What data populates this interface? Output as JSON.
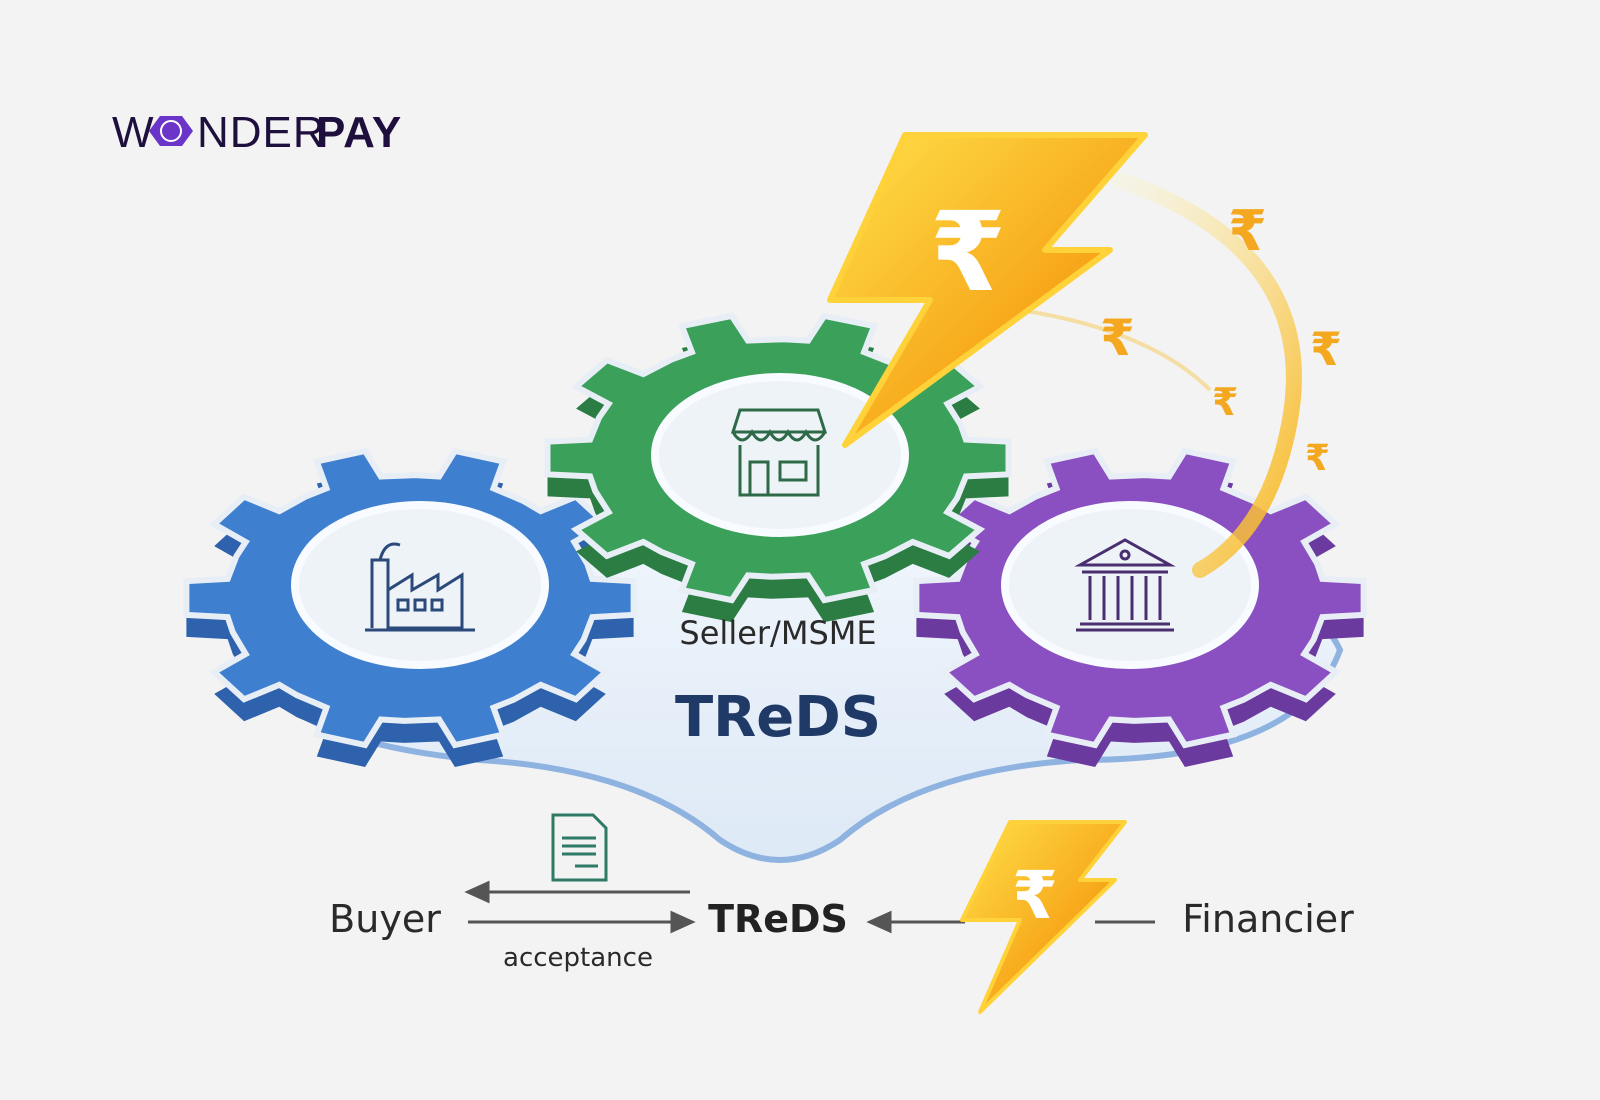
{
  "logo": {
    "text_left": "W",
    "text_mid": "NDER",
    "text_bold": "PAY",
    "full": "WONDERPAY"
  },
  "diagram": {
    "seller_label": "Seller/MSME",
    "platform_label": "TReDS",
    "nodes": [
      {
        "name": "buyer",
        "icon": "factory-icon",
        "color": "#3f7fd0"
      },
      {
        "name": "seller",
        "icon": "storefront-icon",
        "color": "#3aa05a"
      },
      {
        "name": "financier",
        "icon": "bank-icon",
        "color": "#8a4fc0"
      }
    ],
    "currency_symbol": "₹"
  },
  "flow": {
    "buyer": "Buyer",
    "acceptance": "acceptance",
    "treds": "TReDS",
    "financier": "Financier"
  },
  "colors": {
    "background": "#f3f3f3",
    "navy": "#1f3a66",
    "bolt": "#f7b41a",
    "logo": "#1e0f3c",
    "logo_accent": "#6a35c8"
  }
}
